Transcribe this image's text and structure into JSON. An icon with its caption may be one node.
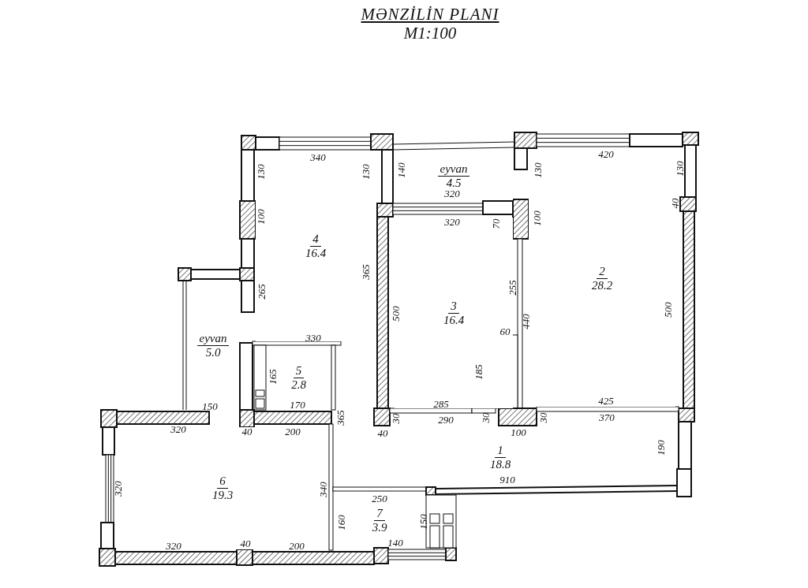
{
  "diagram": {
    "title": "MƏNZİLİN PLANI",
    "nodes": [
      {
        "text": [
          "eyvan",
          "4.5"
        ]
      },
      {
        "text": [
          "4",
          "16.4"
        ]
      },
      {
        "text": [
          "2",
          "28.2"
        ]
      },
      {
        "text": [
          "3",
          "16.4"
        ]
      },
      {
        "text": [
          "eyvan",
          "5.0"
        ]
      },
      {
        "text": [
          "5",
          "2.8"
        ]
      },
      {
        "text": [
          "1",
          "18.8"
        ]
      },
      {
        "text": [
          "6",
          "19.3"
        ]
      },
      {
        "text": [
          "7",
          "3.9"
        ]
      }
    ],
    "labels": [
      "M1:100",
      "340",
      "130",
      "130",
      "140",
      "420",
      "130",
      "130",
      "320",
      "40",
      "100",
      "320",
      "70",
      "100",
      "365",
      "265",
      "255",
      "500",
      "440",
      "500",
      "330",
      "60",
      "165",
      "185",
      "150",
      "170",
      "285",
      "425",
      "320",
      "40",
      "200",
      "365",
      "30",
      "290",
      "30",
      "30",
      "370",
      "40",
      "100",
      "190",
      "320",
      "340",
      "910",
      "250",
      "160",
      "150",
      "140",
      "320",
      "40",
      "200"
    ]
  }
}
